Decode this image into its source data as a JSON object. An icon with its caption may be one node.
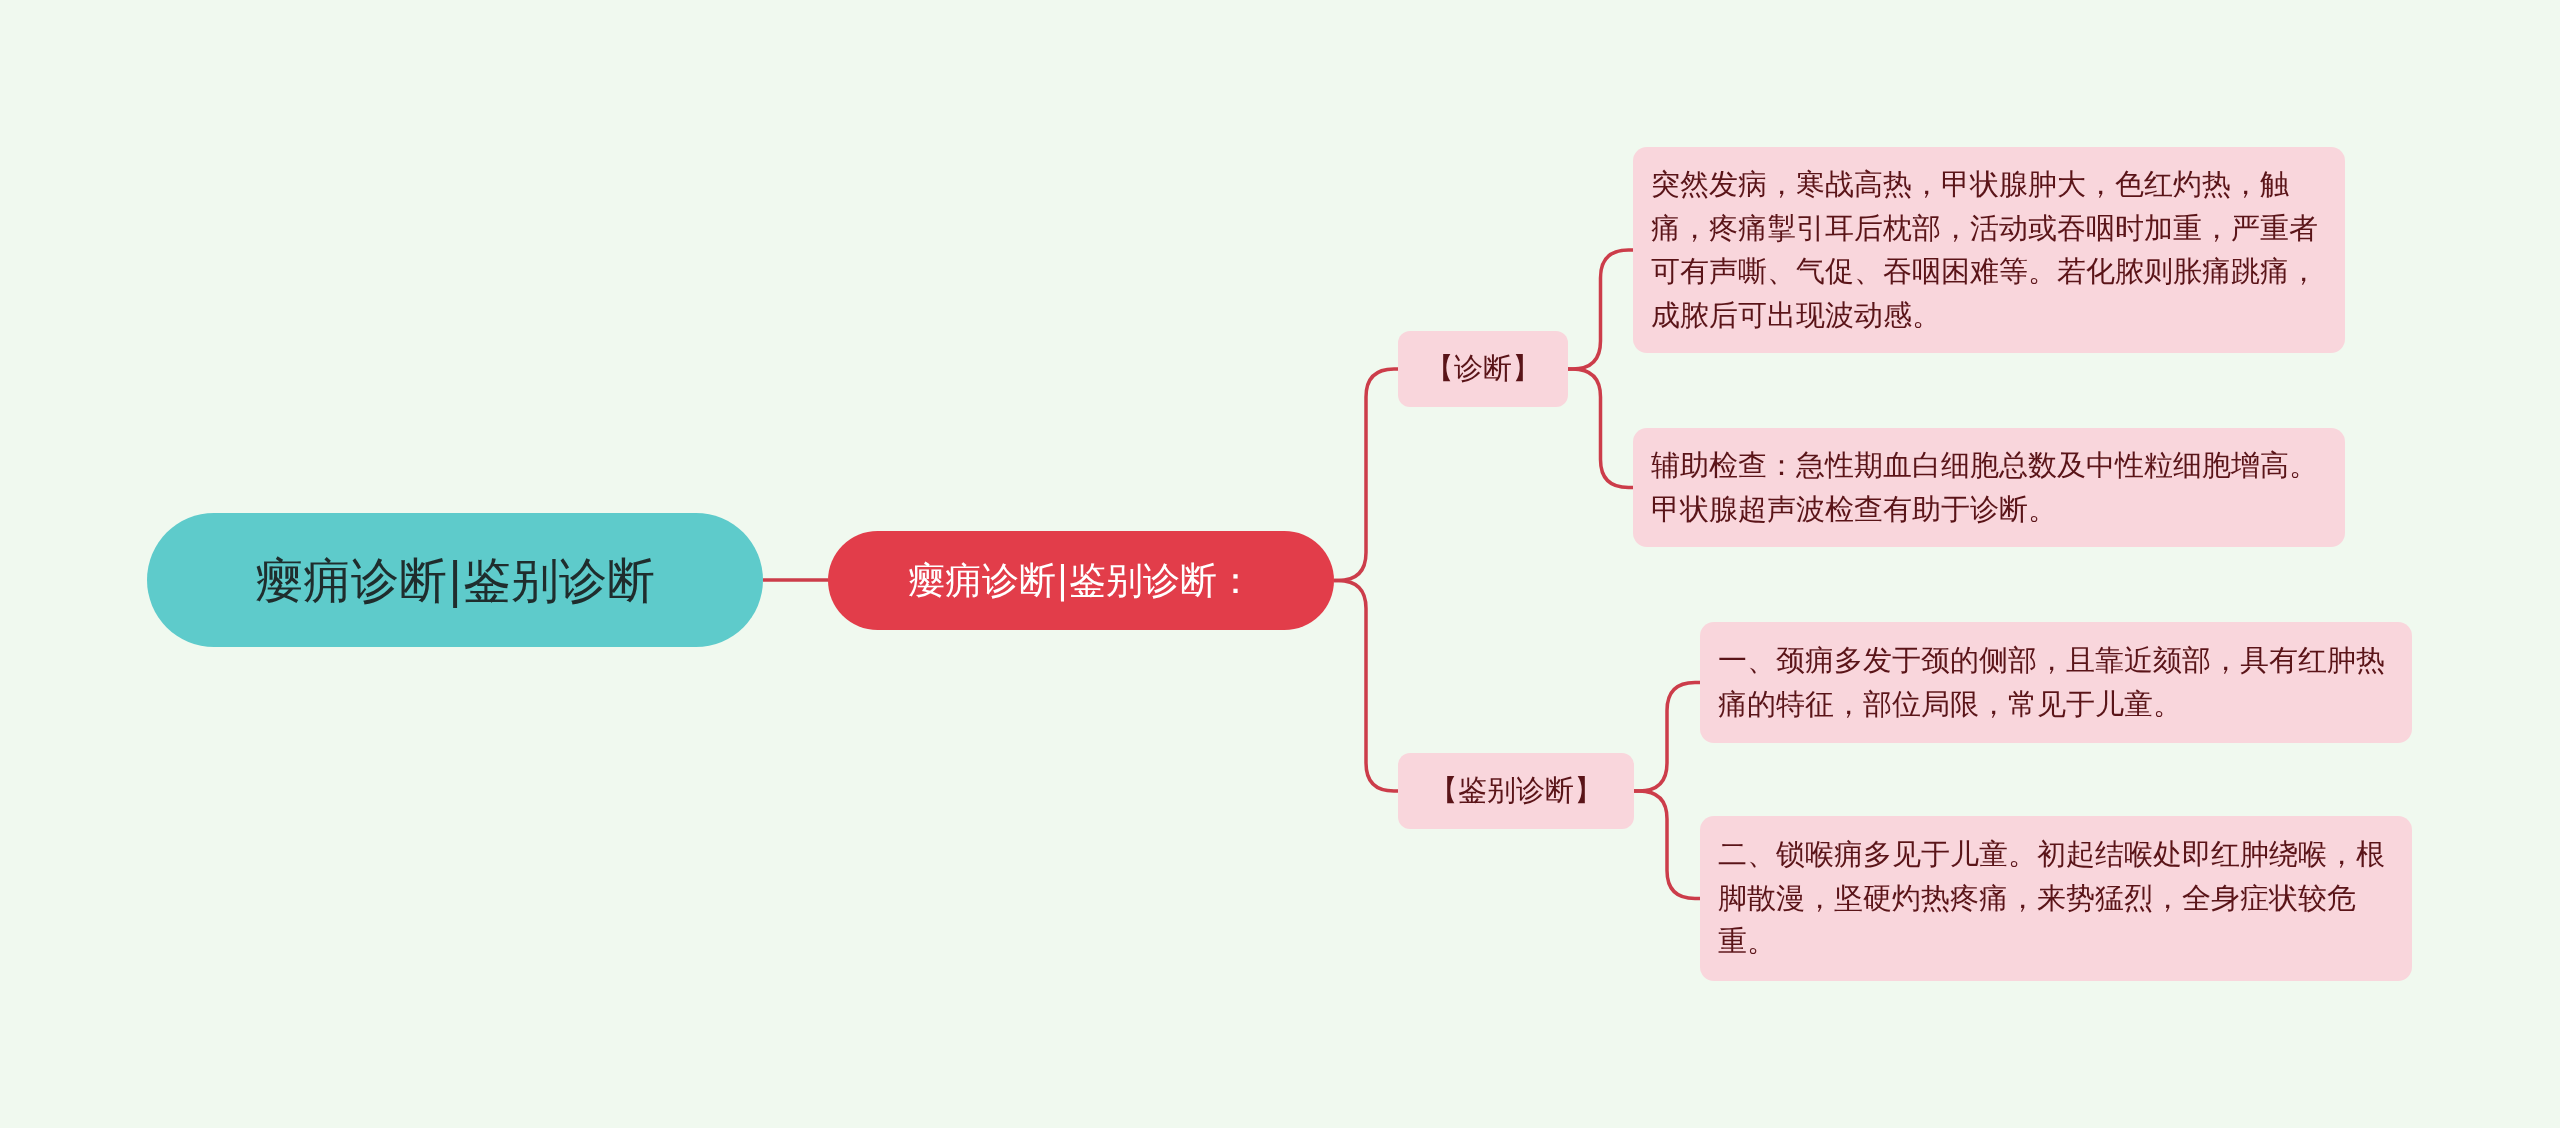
{
  "diagram": {
    "nodes": [
      {
        "text": [
          "瘿痈诊断|鉴别诊断"
        ]
      },
      {
        "text": [
          "瘿痈诊断|鉴别诊断："
        ]
      },
      {
        "text": [
          "【诊断】"
        ]
      },
      {
        "text": [
          "【鉴别诊断】"
        ]
      },
      {
        "text": [
          "突然发病，寒战高热，甲状腺肿大，色红灼热，触痛，疼痛掣引耳后枕部，活动或吞咽时加重，严重者可有声嘶、气促、吞咽困难等。若化脓则胀痛跳痛，成脓后可出现波动感。"
        ]
      },
      {
        "text": [
          "辅助检查：急性期血白细胞总数及中性粒细胞增高。甲状腺超声波检查有助于诊断。"
        ]
      },
      {
        "text": [
          "一、颈痈多发于颈的侧部，且靠近颏部，具有红肿热痛的特征，部位局限，常见于儿童。"
        ]
      },
      {
        "text": [
          "二、锁喉痈多见于儿童。初起结喉处即红肿绕喉，根脚散漫，坚硬灼热疼痛，来势猛烈，全身症状较危重。"
        ]
      }
    ],
    "edges": [
      {
        "from": 0,
        "to": 1,
        "arrow": "none"
      },
      {
        "from": 1,
        "to": 2,
        "arrow": "none"
      },
      {
        "from": 1,
        "to": 3,
        "arrow": "none"
      },
      {
        "from": 2,
        "to": 4,
        "arrow": "none"
      },
      {
        "from": 2,
        "to": 5,
        "arrow": "none"
      },
      {
        "from": 3,
        "to": 6,
        "arrow": "none"
      },
      {
        "from": 3,
        "to": 7,
        "arrow": "none"
      }
    ]
  }
}
